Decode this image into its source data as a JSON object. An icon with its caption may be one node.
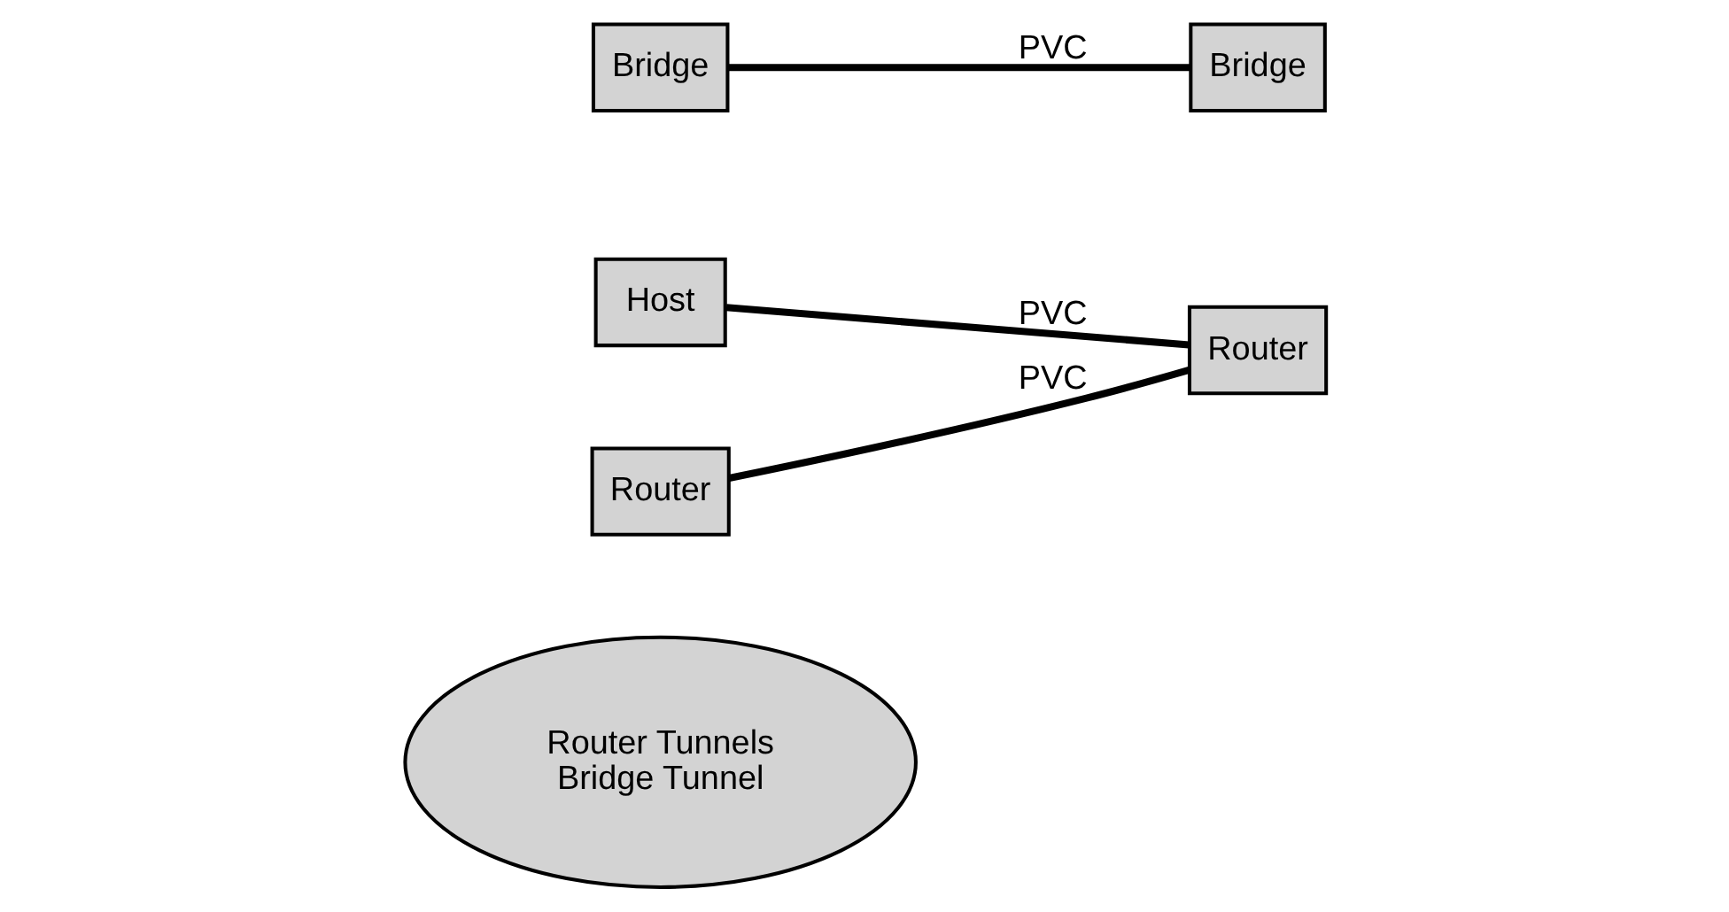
{
  "diagram": {
    "nodes": [
      {
        "text": [
          "Router Tunnels",
          "Bridge Tunnel"
        ]
      },
      {
        "text": [
          "Host"
        ]
      },
      {
        "text": [
          "Router"
        ]
      },
      {
        "text": [
          "Router"
        ]
      },
      {
        "text": [
          "Bridge"
        ]
      },
      {
        "text": [
          "Bridge"
        ]
      }
    ],
    "edges": [
      {
        "from": 1,
        "to": 2,
        "arrow": "none",
        "label": "PVC"
      },
      {
        "from": 3,
        "to": 2,
        "arrow": "none",
        "label": "PVC"
      },
      {
        "from": 5,
        "to": 4,
        "arrow": "none",
        "label": "PVC"
      }
    ]
  }
}
